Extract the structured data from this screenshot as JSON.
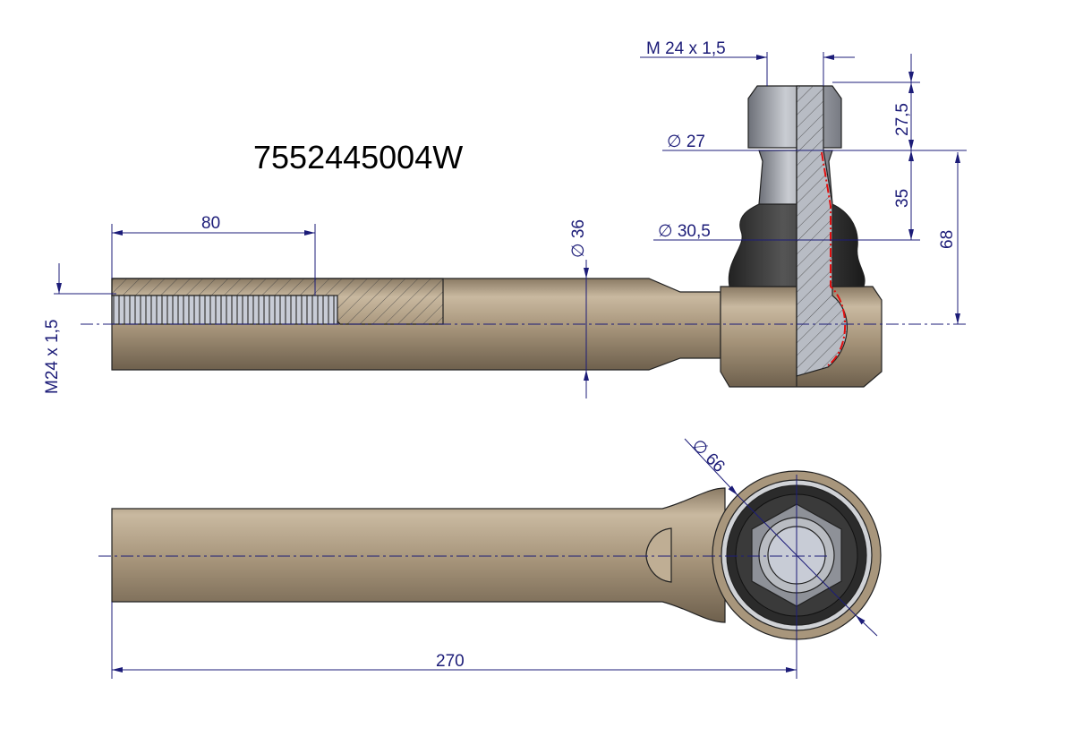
{
  "part_number": "7552445004W",
  "dimensions": {
    "stud_thread": "M 24  x 1,5",
    "nut_height": "27,5",
    "taper_length": "35",
    "stud_height": "68",
    "dia_27": "∅  27",
    "dia_30_5": "∅  30,5",
    "dia_36": "∅  36",
    "thread_length": "80",
    "rod_thread": "M24  x 1,5",
    "dia_66": "∅  66",
    "overall_length": "270"
  },
  "colors": {
    "dimension": "#1c1c78",
    "body": "#a8967c",
    "section_line": "#e01010"
  }
}
